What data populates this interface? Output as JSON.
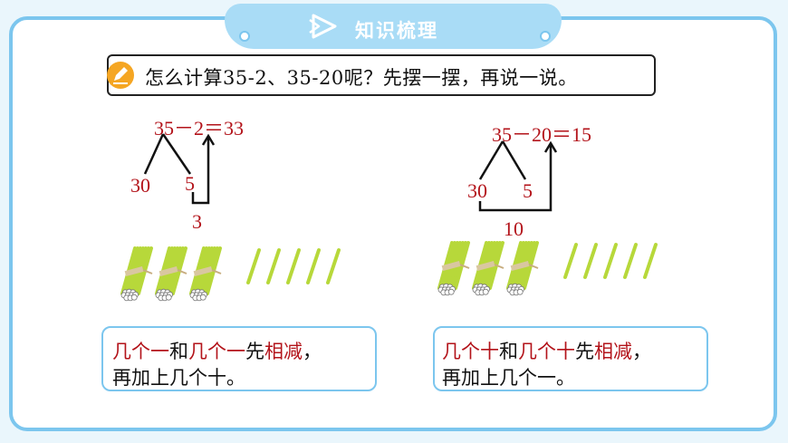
{
  "header": {
    "title": "知识梳理",
    "icon": "play-triangle-icon"
  },
  "question": {
    "badge_icon": "pencil-icon",
    "text": "怎么计算35-2、35-20呢？先摆一摆，再说一说。"
  },
  "left": {
    "equation": {
      "a": "35",
      "op": "－",
      "b": "2",
      "eq": "＝",
      "result": "33"
    },
    "split_tens": "30",
    "split_ones": "5",
    "partial": "3",
    "bundles_count": 3,
    "single_sticks_count": 5,
    "summary": {
      "line1": [
        {
          "text": "几个一",
          "highlight": true
        },
        {
          "text": "和",
          "highlight": false
        },
        {
          "text": "几个一",
          "highlight": true
        },
        {
          "text": "先",
          "highlight": false
        },
        {
          "text": "相减",
          "highlight": true
        },
        {
          "text": "，",
          "highlight": false
        }
      ],
      "line2": "再加上几个十。"
    }
  },
  "right": {
    "equation": {
      "a": "35",
      "op": "－",
      "b": "20",
      "eq": "＝",
      "result": "15"
    },
    "split_tens": "30",
    "split_ones": "5",
    "partial": "10",
    "bundles_count": 3,
    "single_sticks_count": 5,
    "summary": {
      "line1": [
        {
          "text": "几个十",
          "highlight": true
        },
        {
          "text": "和",
          "highlight": false
        },
        {
          "text": "几个十",
          "highlight": true
        },
        {
          "text": "先",
          "highlight": false
        },
        {
          "text": "相减",
          "highlight": true
        },
        {
          "text": "，",
          "highlight": false
        }
      ],
      "line2": "再加上几个一。"
    }
  },
  "colors": {
    "frame": "#7cc6ee",
    "header": "#a9dcf6",
    "accent_red": "#b3131a",
    "badge": "#f5a623",
    "stick": "#b7d83a"
  }
}
